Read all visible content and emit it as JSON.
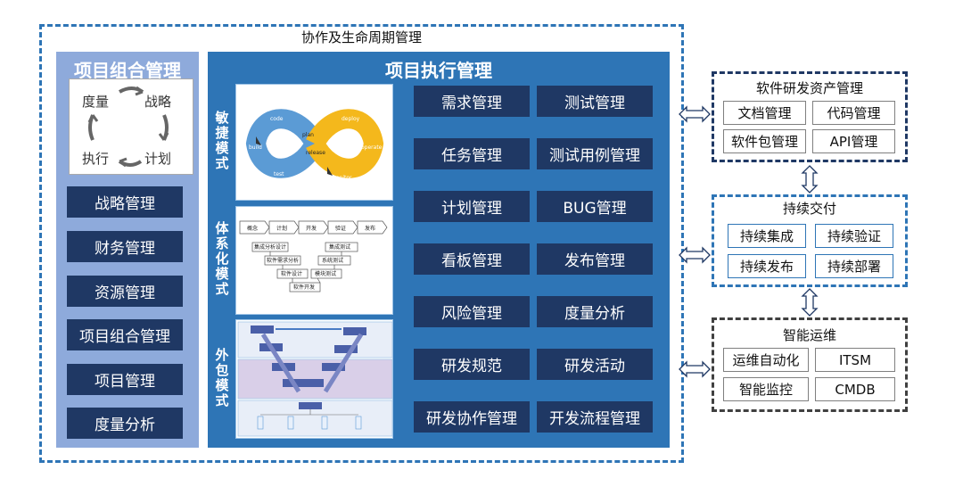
{
  "outer_title": "协作及生命周期管理",
  "portfolio": {
    "title": "项目组合管理",
    "cycle": {
      "top_left": "度量",
      "top_right": "战略",
      "bottom_left": "执行",
      "bottom_right": "计划"
    },
    "items": [
      "战略管理",
      "财务管理",
      "资源管理",
      "项目组合管理",
      "项目管理",
      "度量分析"
    ]
  },
  "execution": {
    "title": "项目执行管理",
    "modes": [
      {
        "label": "敏捷模式"
      },
      {
        "label": "体系化模式"
      },
      {
        "label": "外包模式"
      }
    ],
    "devops_words": [
      "code",
      "plan",
      "build",
      "test",
      "release",
      "deploy",
      "operate",
      "monitor"
    ],
    "systematic_stages": [
      "概念",
      "计划",
      "开发",
      "验证",
      "发布"
    ],
    "systematic_boxes": [
      "集成分析设计",
      "软件需求分析",
      "软件设计",
      "软件开发",
      "集成测试",
      "系统测试",
      "模块测试"
    ],
    "grid": [
      [
        "需求管理",
        "测试管理"
      ],
      [
        "任务管理",
        "测试用例管理"
      ],
      [
        "计划管理",
        "BUG管理"
      ],
      [
        "看板管理",
        "发布管理"
      ],
      [
        "风险管理",
        "度量分析"
      ],
      [
        "研发规范",
        "研发活动"
      ],
      [
        "研发协作管理",
        "开发流程管理"
      ]
    ]
  },
  "right": {
    "assets": {
      "title": "软件研发资产管理",
      "cells": [
        "文档管理",
        "代码管理",
        "软件包管理",
        "API管理"
      ]
    },
    "delivery": {
      "title": "持续交付",
      "cells": [
        "持续集成",
        "持续验证",
        "持续发布",
        "持续部署"
      ]
    },
    "ops": {
      "title": "智能运维",
      "cells": [
        "运维自动化",
        "ITSM",
        "智能监控",
        "CMDB"
      ]
    }
  },
  "colors": {
    "dashed_blue": "#2e75b6",
    "navy": "#1f3864",
    "light_blue": "#8eaadb",
    "devops_blue": "#5b9bd5",
    "devops_yellow": "#f4b81c"
  }
}
